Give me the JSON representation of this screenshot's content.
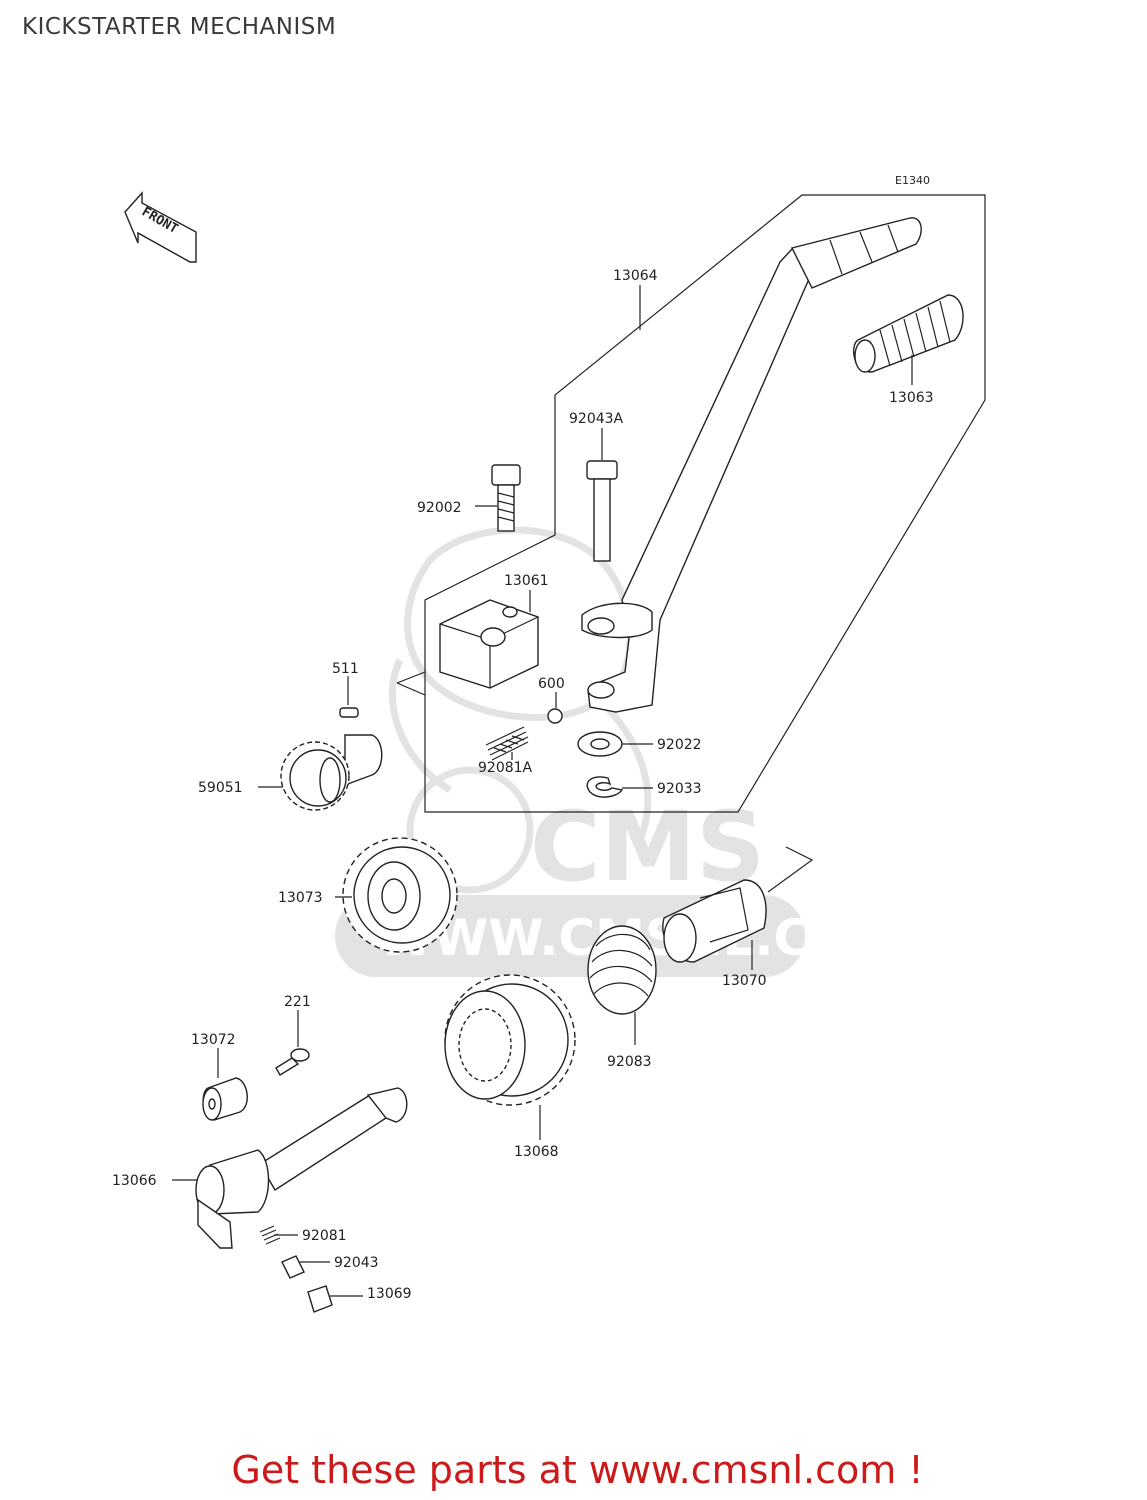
{
  "title": "KICKSTARTER MECHANISM",
  "diagram_code": "E1340",
  "front_label": "FRONT",
  "watermark": {
    "brand": "CMS",
    "url": "WWW.CMSNL.COM"
  },
  "parts": [
    {
      "id": "p-13064",
      "number": "13064"
    },
    {
      "id": "p-13063",
      "number": "13063"
    },
    {
      "id": "p-92043A",
      "number": "92043A"
    },
    {
      "id": "p-92002",
      "number": "92002"
    },
    {
      "id": "p-13061",
      "number": "13061"
    },
    {
      "id": "p-511",
      "number": "511"
    },
    {
      "id": "p-600",
      "number": "600"
    },
    {
      "id": "p-92022",
      "number": "92022"
    },
    {
      "id": "p-59051",
      "number": "59051"
    },
    {
      "id": "p-92081A",
      "number": "92081A"
    },
    {
      "id": "p-92033",
      "number": "92033"
    },
    {
      "id": "p-13073",
      "number": "13073"
    },
    {
      "id": "p-13070",
      "number": "13070"
    },
    {
      "id": "p-221",
      "number": "221"
    },
    {
      "id": "p-13072",
      "number": "13072"
    },
    {
      "id": "p-92083",
      "number": "92083"
    },
    {
      "id": "p-13068",
      "number": "13068"
    },
    {
      "id": "p-13066",
      "number": "13066"
    },
    {
      "id": "p-92081",
      "number": "92081"
    },
    {
      "id": "p-92043",
      "number": "92043"
    },
    {
      "id": "p-13069",
      "number": "13069"
    }
  ],
  "footer": {
    "text": "Get these parts at www.cmsnl.com !"
  },
  "colors": {
    "footer": "#cc1a1a",
    "ink": "#222222",
    "watermark": "#e3e3e3"
  }
}
